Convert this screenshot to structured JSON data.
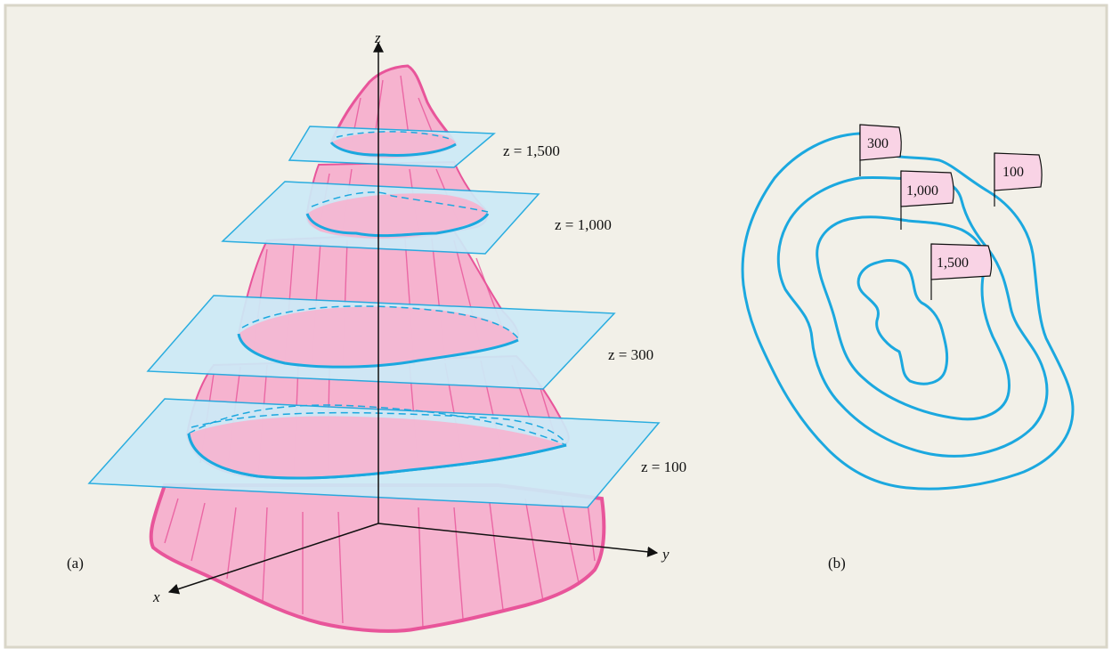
{
  "panel_a": {
    "label": "(a)",
    "axis_labels": {
      "z": "z",
      "y": "y",
      "x": "x"
    },
    "planes": [
      {
        "level": 1500,
        "label": "z = 1,500"
      },
      {
        "level": 1000,
        "label": "z = 1,000"
      },
      {
        "level": 300,
        "label": "z = 300"
      },
      {
        "level": 100,
        "label": "z = 100"
      }
    ]
  },
  "panel_b": {
    "label": "(b)",
    "flags": [
      "300",
      "100",
      "1,000",
      "1,500"
    ]
  },
  "colors": {
    "background": "#f2f0e8",
    "border": "#d9d6c8",
    "mountain": "#f6b3cf",
    "mountain_edge": "#e8559a",
    "plane": "#cdeaf7",
    "contour": "#1ba8df",
    "flag": "#f9d3e5"
  }
}
